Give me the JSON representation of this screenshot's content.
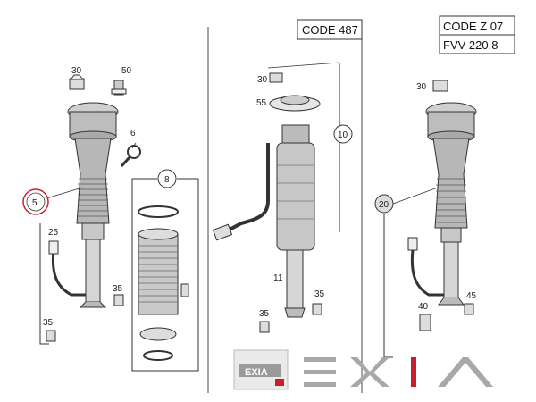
{
  "codes": {
    "center": "CODE 487",
    "right_top": "CODE Z 07",
    "right_bottom": "FVV 220.8"
  },
  "callouts": {
    "left": {
      "c30": "30",
      "c50": "50",
      "c6": "6",
      "c5": "5",
      "c8": "8",
      "c25": "25",
      "c35a": "35",
      "c35b": "35"
    },
    "center": {
      "c30": "30",
      "c55": "55",
      "c10": "10",
      "c11": "11",
      "c35a": "35",
      "c35b": "35"
    },
    "right": {
      "c30": "30",
      "c20": "20",
      "c40": "40",
      "c45": "45"
    }
  },
  "watermark": {
    "badge_text": "EXIA",
    "brand_text": "EXIA",
    "accent_color": "#c8202a",
    "gray": "#9a9a9a"
  },
  "highlight_color": "#c8202a"
}
